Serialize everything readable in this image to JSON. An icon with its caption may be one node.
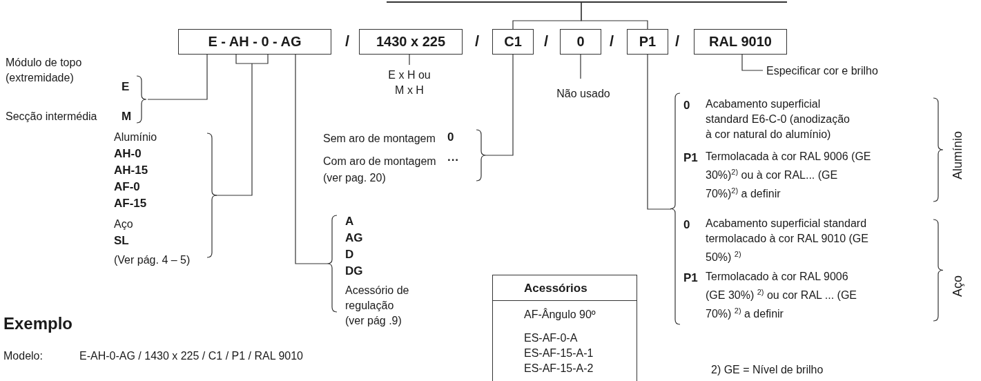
{
  "diagram": {
    "nodes": [
      {
        "text": [
          "E - AH - 0 - AG"
        ]
      },
      {
        "text": [
          "1430 x 225"
        ]
      },
      {
        "text": [
          "C1"
        ]
      },
      {
        "text": [
          "0"
        ]
      },
      {
        "text": [
          "P1"
        ]
      },
      {
        "text": [
          "RAL 9010"
        ]
      },
      {
        "text": [
          "Módulo de topo (extremidade)",
          "E",
          "Secção intermédia",
          "M"
        ]
      },
      {
        "text": [
          "Alumínio",
          "AH-0",
          "AH-15",
          "AF-0",
          "AF-15",
          "Aço",
          "SL",
          "(Ver pág. 4 – 5)"
        ]
      },
      {
        "text": [
          "A",
          "AG",
          "D",
          "DG",
          "Acessório de regulação (ver pág .9)"
        ]
      },
      {
        "text": [
          "E x H ou M x H"
        ]
      },
      {
        "text": [
          "Sem aro de montagem",
          "0",
          "Com aro de montagem",
          "···",
          "(ver pag. 20)"
        ]
      },
      {
        "text": [
          "Não usado"
        ]
      },
      {
        "text": [
          "Alumínio",
          "0",
          "Acabamento superficial standard E6-C-0 (anodização à cor natural do alumínio)",
          "P1",
          "Termolacada à cor RAL 9006 (GE 30%)$^{2)}$ ou à cor RAL... (GE 70%)$^{2)}$ a definir",
          "Aço",
          "0",
          "Acabamento superficial standard termolacado à cor RAL 9010 (GE 50%) $^{2)}$",
          "P1",
          "Termolacado à cor RAL 9006 (GE 30%) $^{2)}$ ou cor RAL ... (GE 70%) $^{2)}$ a definir"
        ]
      },
      {
        "text": [
          "Especificar cor e brilho"
        ]
      },
      {
        "text": [
          "Acessórios",
          "AF-Ângulo 90º",
          "ES-AF-0-A",
          "ES-AF-15-A-1",
          "ES-AF-15-A-2"
        ]
      },
      {
        "text": [],
        "shape": "bar"
      }
    ],
    "edges": [
      {
        "from": 0,
        "to": 6,
        "arrow": "none"
      },
      {
        "from": 0,
        "to": 7,
        "arrow": "none"
      },
      {
        "from": 0,
        "to": 8,
        "arrow": "none"
      },
      {
        "from": 1,
        "to": 9,
        "arrow": "none"
      },
      {
        "from": 2,
        "to": 10,
        "arrow": "none"
      },
      {
        "from": 3,
        "to": 11,
        "arrow": "none"
      },
      {
        "from": 4,
        "to": 12,
        "arrow": "none"
      },
      {
        "from": 5,
        "to": 13,
        "arrow": "none"
      },
      {
        "from": 2,
        "to": 15,
        "arrow": "none"
      },
      {
        "from": 4,
        "to": 15,
        "arrow": "none"
      }
    ],
    "labels": [
      "/",
      "/",
      "/",
      "/",
      "/",
      "Exemplo",
      "Modelo:",
      "E-AH-0-AG / 1430 x 225 / C1 / P1 / RAL 9010",
      "2) GE = Nível de brilho"
    ]
  }
}
